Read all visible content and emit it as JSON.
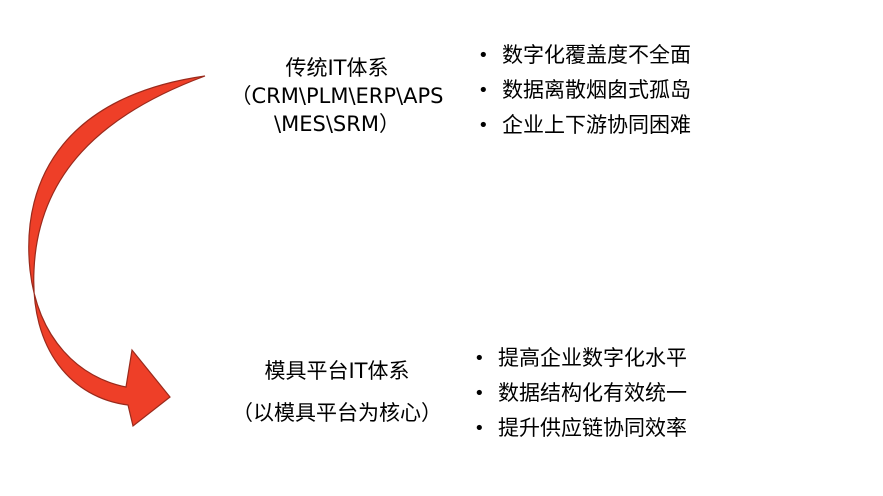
{
  "colors": {
    "arrow_fill": "#ee3f28",
    "arrow_stroke": "#9a2a1c",
    "text": "#000000",
    "background": "#ffffff"
  },
  "traditional": {
    "title": "传统IT体系",
    "line2": "（CRM\\PLM\\ERP\\APS",
    "line3": "\\MES\\SRM）",
    "bullets": [
      "数字化覆盖度不全面",
      "数据离散烟囱式孤岛",
      "企业上下游协同困难"
    ]
  },
  "mold_platform": {
    "title": "模具平台IT体系",
    "subtitle": "（以模具平台为核心）",
    "bullets": [
      "提高企业数字化水平",
      "数据结构化有效统一",
      "提升供应链协同效率"
    ]
  },
  "bullet_symbol": "•"
}
